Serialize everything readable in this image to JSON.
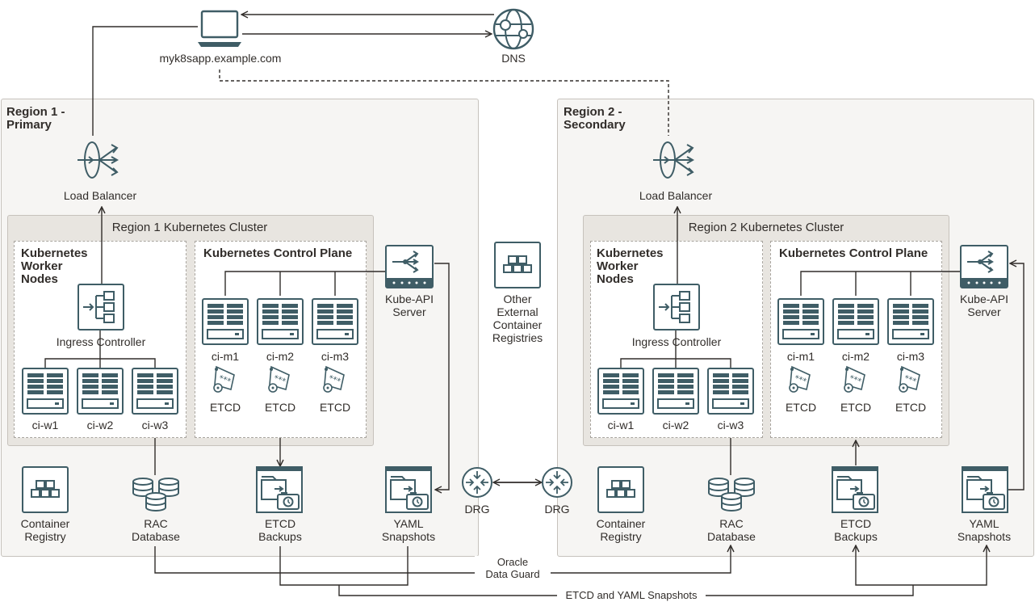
{
  "top": {
    "app_label": "myk8sapp.example.com",
    "dns_label": "DNS",
    "other_registries": "Other\nExternal\nContainer\nRegistries"
  },
  "regions": [
    {
      "title": "Region 1 -\nPrimary",
      "load_balancer": "Load Balancer",
      "cluster_title": "Region 1 Kubernetes Cluster",
      "worker_title": "Kubernetes\nWorker\nNodes",
      "ingress": "Ingress Controller",
      "workers": [
        "ci-w1",
        "ci-w2",
        "ci-w3"
      ],
      "control_title": "Kubernetes Control Plane",
      "masters": [
        "ci-m1",
        "ci-m2",
        "ci-m3"
      ],
      "etcd": [
        "ETCD",
        "ETCD",
        "ETCD"
      ],
      "kube_api": "Kube-API\nServer",
      "container_registry": "Container\nRegistry",
      "rac_database": "RAC\nDatabase",
      "etcd_backups": "ETCD\nBackups",
      "yaml_snapshots": "YAML\nSnapshots",
      "drg": "DRG"
    },
    {
      "title": "Region 2 -\nSecondary",
      "load_balancer": "Load Balancer",
      "cluster_title": "Region 2 Kubernetes Cluster",
      "worker_title": "Kubernetes\nWorker\nNodes",
      "ingress": "Ingress Controller",
      "workers": [
        "ci-w1",
        "ci-w2",
        "ci-w3"
      ],
      "control_title": "Kubernetes Control Plane",
      "masters": [
        "ci-m1",
        "ci-m2",
        "ci-m3"
      ],
      "etcd": [
        "ETCD",
        "ETCD",
        "ETCD"
      ],
      "kube_api": "Kube-API\nServer",
      "container_registry": "Container\nRegistry",
      "rac_database": "RAC\nDatabase",
      "etcd_backups": "ETCD\nBackups",
      "yaml_snapshots": "YAML\nSnapshots",
      "drg": "DRG"
    }
  ],
  "bottom": {
    "data_guard": "Oracle\nData Guard",
    "snapshots_sync": "ETCD and YAML Snapshots"
  },
  "colors": {
    "icon": "#3f5d66",
    "line": "#312d2a",
    "region_bg": "#f6f5f3",
    "cluster_bg": "#e8e5e0"
  }
}
